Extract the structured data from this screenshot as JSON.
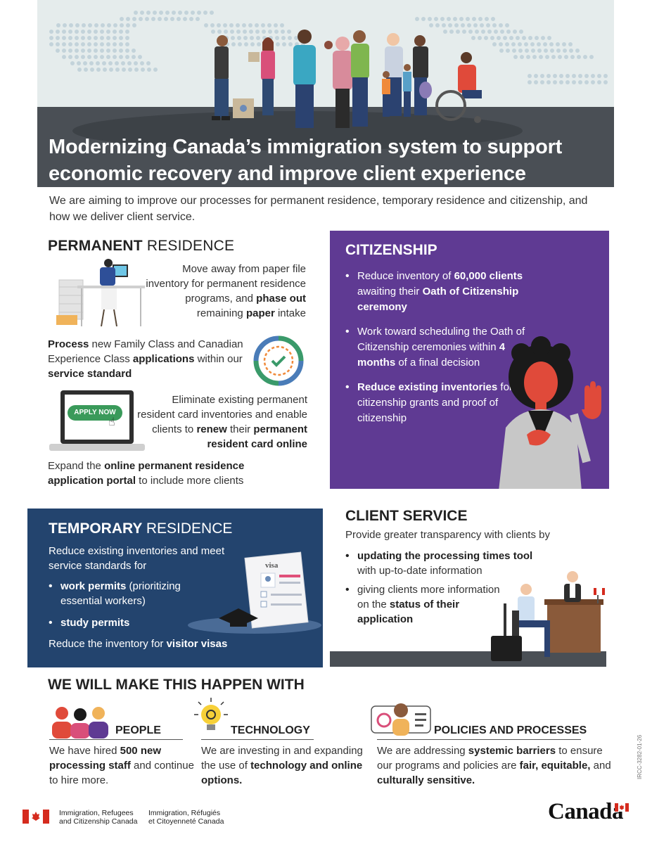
{
  "hero": {
    "title": "Modernizing Canada’s immigration system to support economic recovery and improve client experience"
  },
  "intro": "We are aiming to improve our processes for permanent residence, temporary residence and citizenship, and how we deliver client service.",
  "permanent_residence": {
    "title_bold": "PERMANENT",
    "title_light": "RESIDENCE",
    "items": [
      {
        "t1": "Move away from paper file inventory for permanent residence programs, and ",
        "b1": "phase out",
        "t2": " remaining ",
        "b2": "paper",
        "t3": " intake"
      },
      {
        "b1": "Process",
        "t1": " new Family Class and Canadian Experience Class ",
        "b2": "applications",
        "t2": " within our ",
        "b3": "service standard"
      },
      {
        "t1": "Eliminate existing permanent resident card inventories and enable clients to ",
        "b1": "renew",
        "t2": " their ",
        "b2": "permanent resident card online"
      },
      {
        "t1": "Expand the ",
        "b1": "online permanent residence application portal",
        "t2": " to include more clients"
      }
    ],
    "apply_button": "APPLY NOW"
  },
  "citizenship": {
    "title": "CITIZENSHIP",
    "items": [
      {
        "t1": "Reduce inventory of ",
        "b1": "60,000 clients",
        "t2": " awaiting their ",
        "b2": "Oath of Citizenship ceremony"
      },
      {
        "t1": "Work toward scheduling the Oath of Citizenship ceremonies within ",
        "b1": "4 months",
        "t2": " of a final decision"
      },
      {
        "b1": "Reduce existing inventories",
        "t1": " for citizenship grants and proof of citizenship"
      }
    ]
  },
  "temporary_residence": {
    "title_bold": "TEMPORARY",
    "title_light": "RESIDENCE",
    "intro": "Reduce existing inventories and meet service standards for",
    "items": [
      {
        "b1": "work permits",
        "t1": " (prioritizing essential workers)"
      },
      {
        "b1": "study permits"
      }
    ],
    "visitor": {
      "t1": "Reduce the inventory for ",
      "b1": "visitor visas"
    },
    "visa_label": "visa"
  },
  "client_service": {
    "title": "CLIENT SERVICE",
    "intro": "Provide greater transparency with clients by",
    "items": [
      {
        "b1": "updating the processing times tool",
        "t1": " with up-to-date information"
      },
      {
        "t1": "giving clients more information on the ",
        "b1": "status of their application"
      }
    ]
  },
  "make_it_happen": {
    "title": "WE WILL MAKE THIS HAPPEN WITH",
    "people": {
      "head": "PEOPLE",
      "t1": "We have hired ",
      "b1": "500 new processing staff",
      "t2": " and continue to hire more."
    },
    "technology": {
      "head": "TECHNOLOGY",
      "t1": "We are investing in and expanding the use of ",
      "b1": "technology and online options."
    },
    "policies": {
      "head": "POLICIES AND PROCESSES",
      "t1": "We are addressing ",
      "b1": "systemic barriers",
      "t2": " to ensure our programs and policies are ",
      "b2": "fair, equitable,",
      "t3": " and ",
      "b3": "culturally sensitive."
    }
  },
  "footer": {
    "dept_en_1": "Immigration, Refugees",
    "dept_en_2": "and Citizenship Canada",
    "dept_fr_1": "Immigration, Réfugiés",
    "dept_fr_2": "et Citoyenneté Canada",
    "wordmark": "Canada",
    "doc_ref": "IRCC-3282-01-26"
  },
  "colors": {
    "citizenship_bg": "#5f3a93",
    "temporary_bg": "#23446e",
    "dark_ground": "#4a4f55",
    "canada_red": "#d52b1e"
  }
}
